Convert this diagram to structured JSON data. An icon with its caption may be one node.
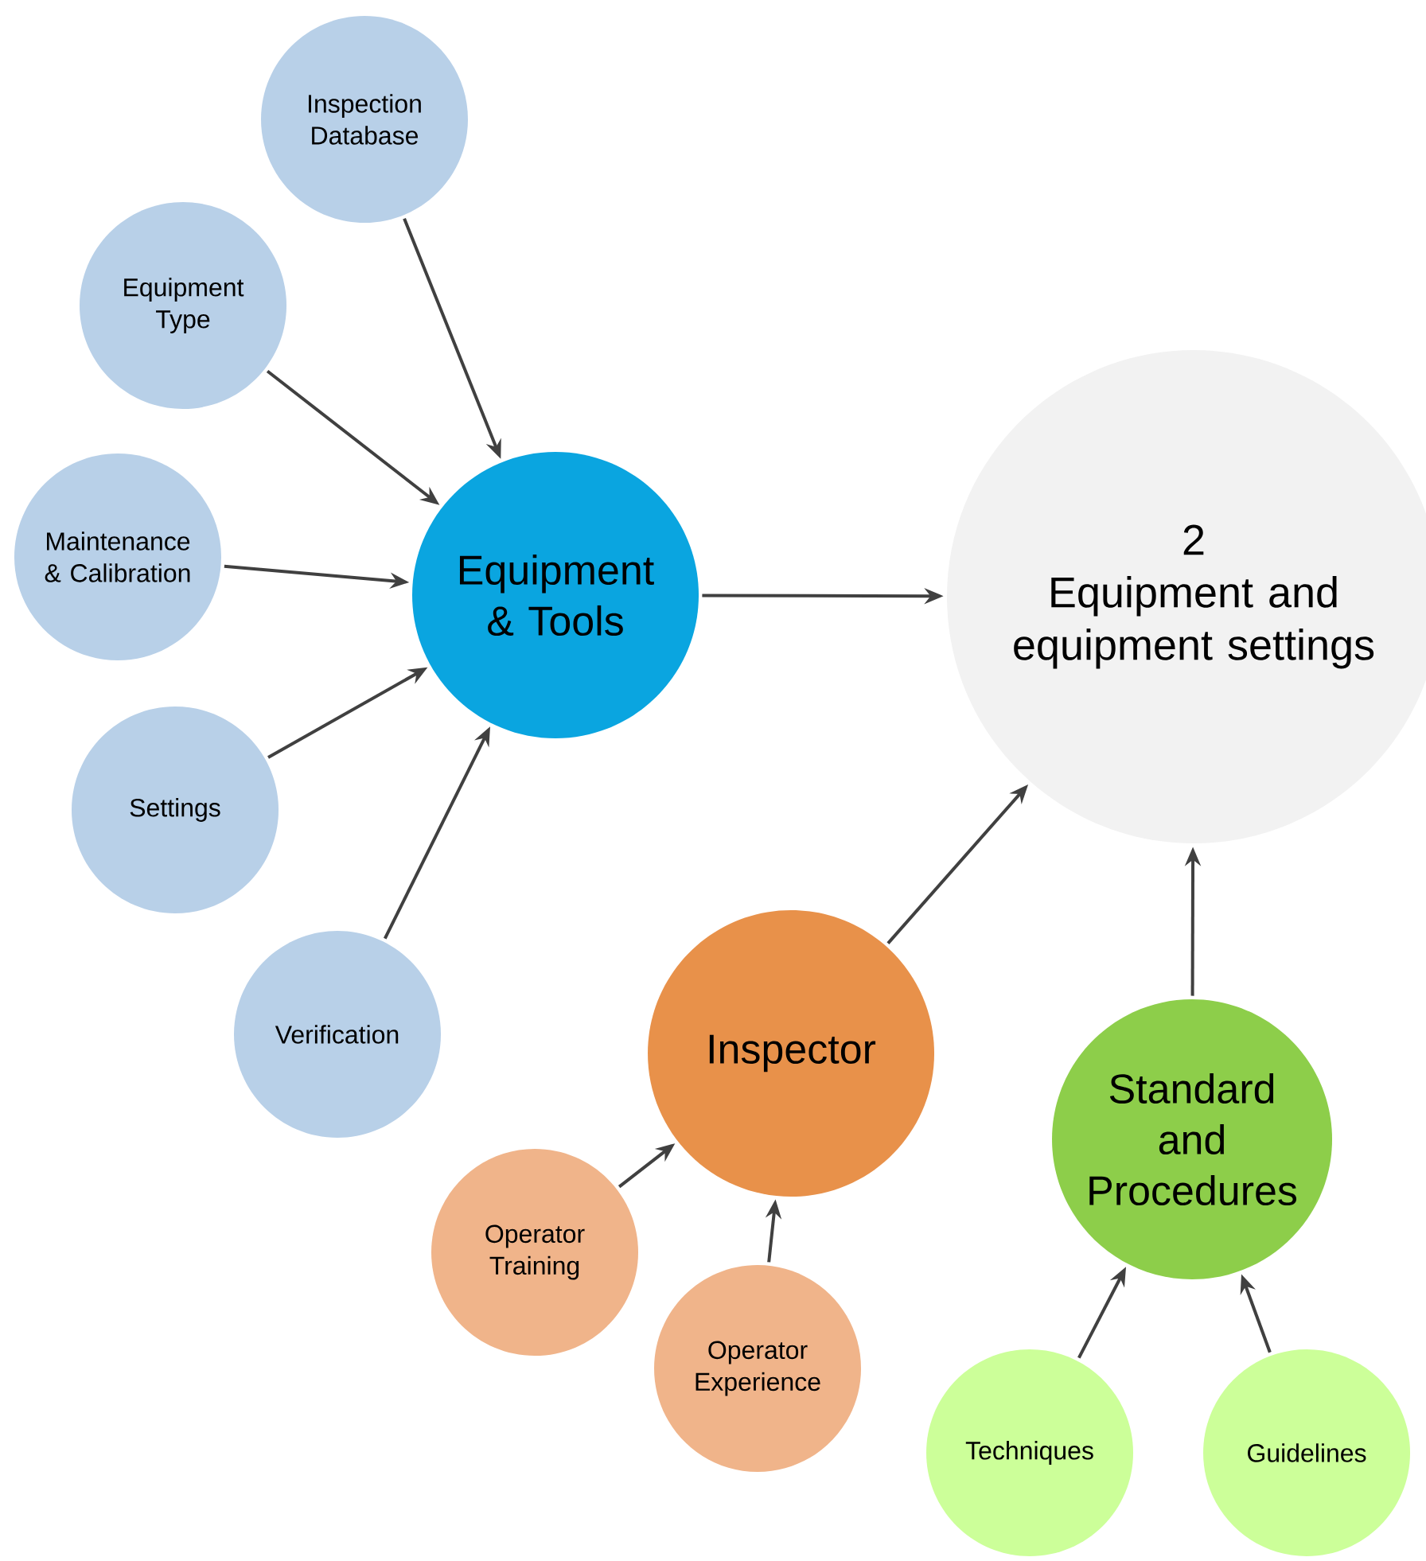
{
  "diagram": {
    "nodes": [
      {
        "text": [
          "Inspection Database"
        ]
      },
      {
        "text": [
          "Equipment Type"
        ]
      },
      {
        "text": [
          "Maintenance & Calibration"
        ]
      },
      {
        "text": [
          "Settings"
        ]
      },
      {
        "text": [
          "Equipment & Tools"
        ]
      },
      {
        "text": [
          "2",
          "Equipment and equipment settings"
        ]
      },
      {
        "text": [
          "Verification"
        ]
      },
      {
        "text": [
          "Inspector"
        ]
      },
      {
        "text": [
          "Standard and Procedures"
        ]
      },
      {
        "text": [
          "Operator Training"
        ]
      },
      {
        "text": [
          "Operator Experience"
        ]
      },
      {
        "text": [
          "Techniques"
        ]
      },
      {
        "text": [
          "Guidelines"
        ]
      }
    ],
    "edges": [
      {
        "from": 0,
        "to": 4,
        "arrow": "to"
      },
      {
        "from": 1,
        "to": 4,
        "arrow": "to"
      },
      {
        "from": 2,
        "to": 4,
        "arrow": "to"
      },
      {
        "from": 3,
        "to": 4,
        "arrow": "to"
      },
      {
        "from": 6,
        "to": 4,
        "arrow": "to"
      },
      {
        "from": 4,
        "to": 5,
        "arrow": "to"
      },
      {
        "from": 7,
        "to": 5,
        "arrow": "to"
      },
      {
        "from": 8,
        "to": 5,
        "arrow": "to"
      },
      {
        "from": 9,
        "to": 7,
        "arrow": "to"
      },
      {
        "from": 10,
        "to": 7,
        "arrow": "to"
      },
      {
        "from": 11,
        "to": 8,
        "arrow": "to"
      },
      {
        "from": 12,
        "to": 8,
        "arrow": "to"
      }
    ]
  }
}
